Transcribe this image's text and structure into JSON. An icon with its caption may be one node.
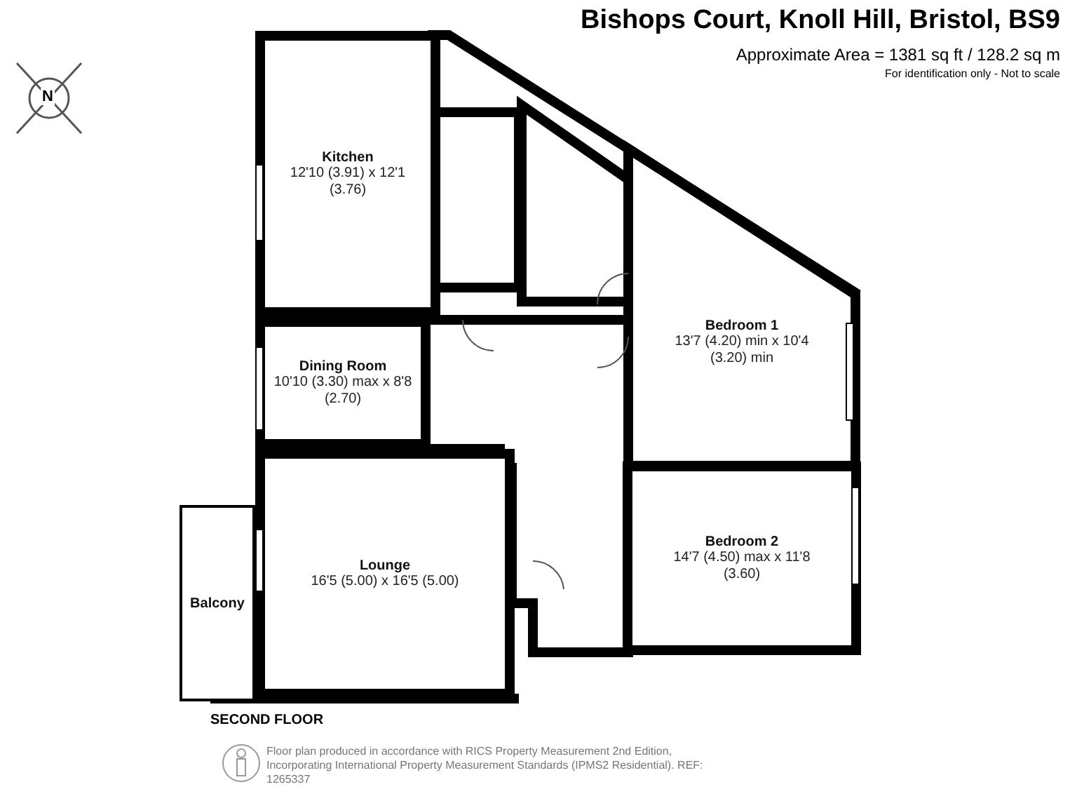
{
  "diagram": {
    "title": "Bishops Court, Knoll Hill, Bristol, BS9",
    "nodes": [
      {
        "text": [
          "Kitchen",
          "12'10 (3.91) x 12'1 (3.76)"
        ]
      },
      {
        "text": [
          "Dining Room",
          "10'10 (3.30) max x 8'8 (2.70)"
        ]
      },
      {
        "text": [
          "Lounge",
          "16'5 (5.00) x 16'5 (5.00)"
        ]
      },
      {
        "text": [
          "Bedroom 1",
          "13'7 (4.20) min x 10'4 (3.20) min"
        ]
      },
      {
        "text": [
          "Bedroom 2",
          "14'7 (4.50) max x 11'8 (3.60)"
        ]
      },
      {
        "text": [
          "Balcony"
        ]
      }
    ],
    "labels": [
      "Approximate Area = 1381 sq ft / 128.2 sq m",
      "For identification only - Not to scale",
      "N",
      "SECOND FLOOR",
      "Floor plan produced in accordance with RICS Property Measurement 2nd Edition, Incorporating International Property Measurement Standards (IPMS2 Residential). REF: 1265337"
    ]
  }
}
